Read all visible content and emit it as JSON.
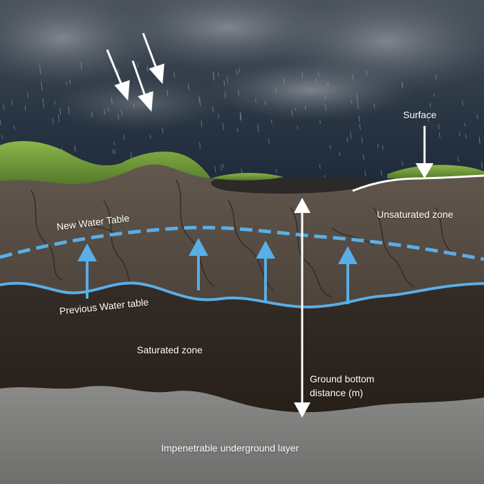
{
  "labels": {
    "surface": "Surface",
    "unsaturated_zone": "Unsaturated zone",
    "new_water_table": "New Water Table",
    "previous_water_table": "Previous Water table",
    "saturated_zone": "Saturated zone",
    "ground_bottom_line1": "Ground bottom",
    "ground_bottom_line2": "distance (m)",
    "impenetrable_layer": "Impenetrable underground layer"
  },
  "colors": {
    "sky_top": "#3d464f",
    "sky_bottom": "#1d2a3a",
    "grass": "#6f9a3a",
    "soil_upper": "#5c5148",
    "soil_lower": "#2f2823",
    "bedrock": "#7f7f7d",
    "water_table": "#5aaee6",
    "arrow_blue": "#5aaee6",
    "arrow_white": "#ffffff"
  }
}
